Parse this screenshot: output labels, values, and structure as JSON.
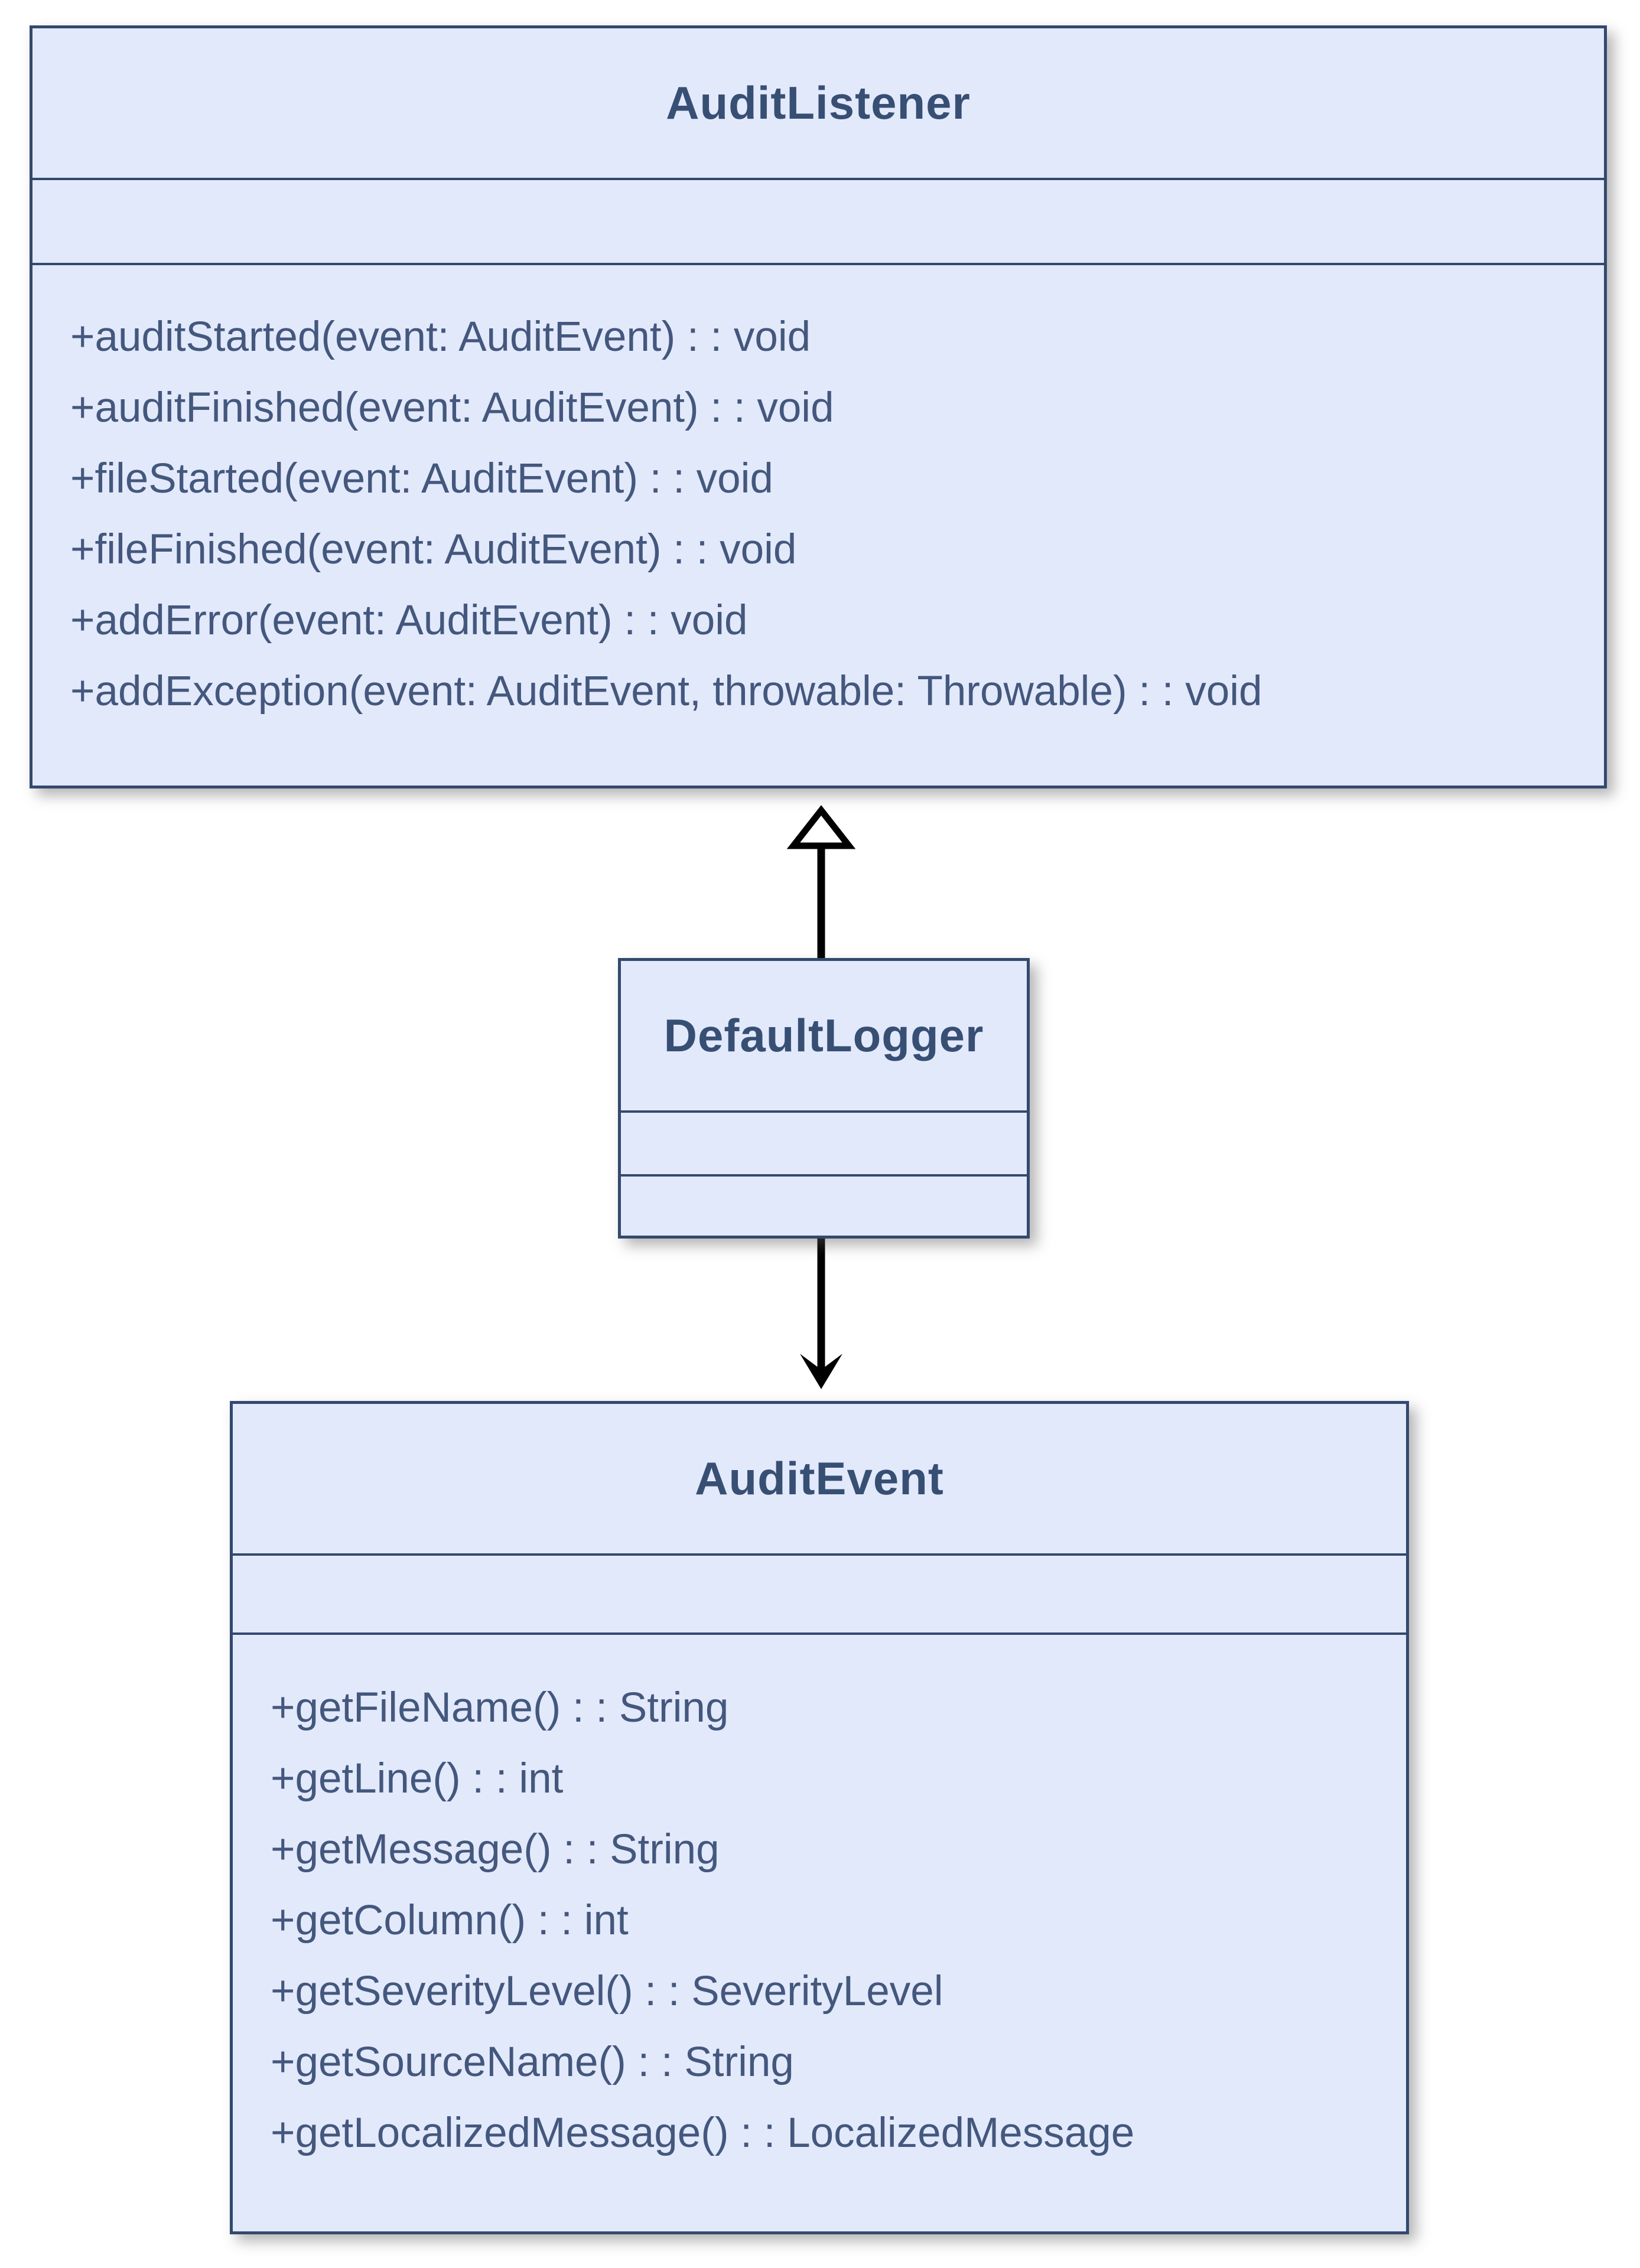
{
  "diagram": {
    "type": "uml-class-diagram",
    "background_color": "#ffffff",
    "colors": {
      "box_fill": "#e2e9fb",
      "box_border": "#33496e",
      "title_text": "#384f74",
      "method_text": "#44577d",
      "arrow": "#000000"
    },
    "classes": [
      {
        "name": "AuditListener",
        "attributes": [],
        "methods": [
          "+auditStarted(event: AuditEvent) : : void",
          "+auditFinished(event: AuditEvent) : : void",
          "+fileStarted(event: AuditEvent) : : void",
          "+fileFinished(event: AuditEvent) : : void",
          "+addError(event: AuditEvent) : : void",
          "+addException(event: AuditEvent, throwable: Throwable) : : void"
        ]
      },
      {
        "name": "DefaultLogger",
        "attributes": [],
        "methods": []
      },
      {
        "name": "AuditEvent",
        "attributes": [],
        "methods": [
          "+getFileName() : : String",
          "+getLine() : : int",
          "+getMessage() : : String",
          "+getColumn() : : int",
          "+getSeverityLevel() : : SeverityLevel",
          "+getSourceName() : : String",
          "+getLocalizedMessage() : : LocalizedMessage"
        ]
      }
    ],
    "relationships": [
      {
        "from": "DefaultLogger",
        "to": "AuditListener",
        "type": "generalization",
        "arrowhead": "hollow-triangle-up"
      },
      {
        "from": "DefaultLogger",
        "to": "AuditEvent",
        "type": "directed-association",
        "arrowhead": "open-dart-down"
      }
    ]
  }
}
